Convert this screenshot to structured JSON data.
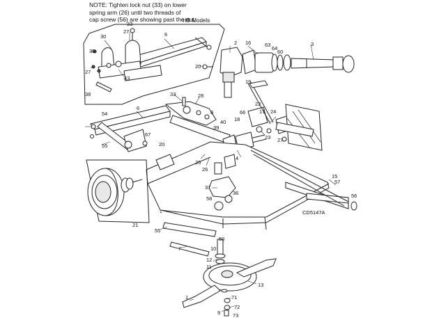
{
  "note": {
    "lines": [
      "NOTE: Tighten lock nut (33) on lower",
      "spring arm (26) until two threads of",
      "cap screw (56) are showing past the nut."
    ]
  },
  "inset_title": "HB Models",
  "figure_code": "CD5147A",
  "callouts": {
    "c33a": "33",
    "c27a": "27",
    "c30": "30",
    "c6a": "6",
    "c2": "2",
    "c16": "16",
    "c63": "63",
    "c64": "64",
    "c60": "60",
    "c3": "3",
    "c27b": "27",
    "c35": "35",
    "c43": "43",
    "c38": "38",
    "c20a": "20",
    "c19": "19",
    "c33b": "33",
    "c28": "28",
    "c6b": "6",
    "c54": "54",
    "c55a": "55",
    "c17": "17",
    "c22": "22",
    "c24": "24",
    "c67": "67",
    "c20b": "20",
    "c39": "39",
    "c40": "40",
    "c23": "23",
    "c27c": "27",
    "c25": "25",
    "c26": "26",
    "c4": "4",
    "c21": "21",
    "c15": "15",
    "c57": "57",
    "c58": "58",
    "c37": "37",
    "c36": "36",
    "c56": "56",
    "c55b": "55",
    "c7": "7",
    "c50": "50",
    "c12": "12",
    "c11": "11",
    "c10": "10",
    "c13": "13",
    "c1": "1",
    "c71": "71",
    "c72": "72",
    "c9": "9",
    "c73": "73",
    "c66": "66",
    "c18": "18",
    "c8": "8"
  }
}
